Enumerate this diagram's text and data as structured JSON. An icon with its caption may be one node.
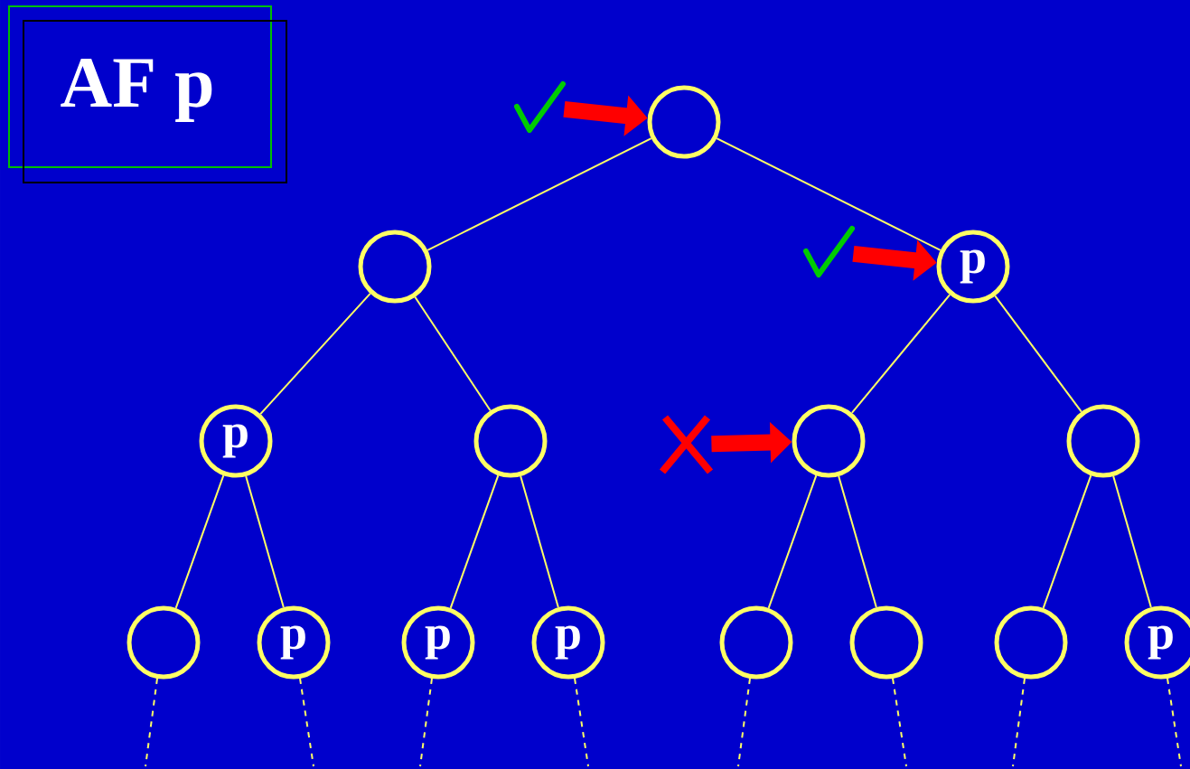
{
  "diagram": {
    "title": "AF p",
    "nodes": [
      {
        "text": [],
        "shape": "circle"
      },
      {
        "text": [],
        "shape": "circle"
      },
      {
        "text": [
          "p"
        ]
      },
      {
        "text": [
          "p"
        ]
      },
      {
        "text": [],
        "shape": "circle"
      },
      {
        "text": [],
        "shape": "circle"
      },
      {
        "text": [],
        "shape": "circle"
      },
      {
        "text": [],
        "shape": "circle"
      },
      {
        "text": [
          "p"
        ]
      },
      {
        "text": [
          "p"
        ]
      },
      {
        "text": [
          "p"
        ]
      },
      {
        "text": [],
        "shape": "circle"
      },
      {
        "text": [],
        "shape": "circle"
      },
      {
        "text": [],
        "shape": "circle"
      },
      {
        "text": [
          "p"
        ]
      },
      {
        "text": [],
        "shape": "check"
      },
      {
        "text": [],
        "shape": "check"
      },
      {
        "text": [],
        "shape": "cross"
      }
    ],
    "edges": [
      {
        "from": 0,
        "to": 1,
        "arrow": "none"
      },
      {
        "from": 0,
        "to": 2,
        "arrow": "none"
      },
      {
        "from": 1,
        "to": 3,
        "arrow": "none"
      },
      {
        "from": 1,
        "to": 4,
        "arrow": "none"
      },
      {
        "from": 2,
        "to": 5,
        "arrow": "none"
      },
      {
        "from": 2,
        "to": 6,
        "arrow": "none"
      },
      {
        "from": 3,
        "to": 7,
        "arrow": "none"
      },
      {
        "from": 3,
        "to": 8,
        "arrow": "none"
      },
      {
        "from": 4,
        "to": 9,
        "arrow": "none"
      },
      {
        "from": 4,
        "to": 10,
        "arrow": "none"
      },
      {
        "from": 5,
        "to": 11,
        "arrow": "none"
      },
      {
        "from": 5,
        "to": 12,
        "arrow": "none"
      },
      {
        "from": 6,
        "to": 13,
        "arrow": "none"
      },
      {
        "from": 6,
        "to": 14,
        "arrow": "none"
      },
      {
        "from": 7,
        "to": null,
        "arrow": "none",
        "style": "dashed"
      },
      {
        "from": 8,
        "to": null,
        "arrow": "none",
        "style": "dashed"
      },
      {
        "from": 9,
        "to": null,
        "arrow": "none",
        "style": "dashed"
      },
      {
        "from": 10,
        "to": null,
        "arrow": "none",
        "style": "dashed"
      },
      {
        "from": 11,
        "to": null,
        "arrow": "none",
        "style": "dashed"
      },
      {
        "from": 12,
        "to": null,
        "arrow": "none",
        "style": "dashed"
      },
      {
        "from": 13,
        "to": null,
        "arrow": "none",
        "style": "dashed"
      },
      {
        "from": 14,
        "to": null,
        "arrow": "none",
        "style": "dashed"
      },
      {
        "from": 15,
        "to": 0,
        "arrow": "to",
        "style": "thick",
        "color": "#ff0000"
      },
      {
        "from": 16,
        "to": 2,
        "arrow": "to",
        "style": "thick",
        "color": "#ff0000"
      },
      {
        "from": 17,
        "to": 5,
        "arrow": "to",
        "style": "thick",
        "color": "#ff0000"
      }
    ]
  }
}
